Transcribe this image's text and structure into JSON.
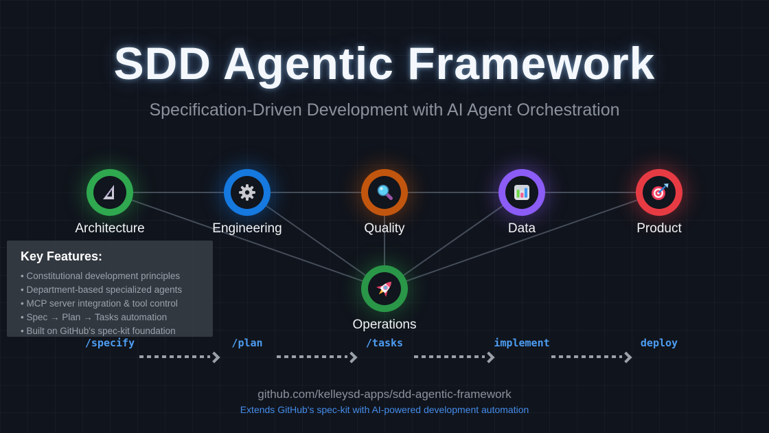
{
  "title": "SDD Agentic Framework",
  "subtitle": "Specification-Driven Development with AI Agent Orchestration",
  "nodes": [
    {
      "id": "architecture",
      "label": "Architecture",
      "color": "#2fa84f",
      "icon": "set-square-icon"
    },
    {
      "id": "engineering",
      "label": "Engineering",
      "color": "#1579e0",
      "icon": "gear-icon"
    },
    {
      "id": "quality",
      "label": "Quality",
      "color": "#c2560e",
      "icon": "magnifier-icon"
    },
    {
      "id": "data",
      "label": "Data",
      "color": "#8b5cf6",
      "icon": "bar-chart-icon"
    },
    {
      "id": "product",
      "label": "Product",
      "color": "#e73b44",
      "icon": "target-icon"
    },
    {
      "id": "operations",
      "label": "Operations",
      "color": "#2a9648",
      "icon": "rocket-icon"
    }
  ],
  "connections": [
    [
      "architecture",
      "engineering"
    ],
    [
      "engineering",
      "quality"
    ],
    [
      "quality",
      "data"
    ],
    [
      "data",
      "product"
    ],
    [
      "architecture",
      "operations"
    ],
    [
      "engineering",
      "operations"
    ],
    [
      "quality",
      "operations"
    ],
    [
      "data",
      "operations"
    ],
    [
      "product",
      "operations"
    ]
  ],
  "key_features": {
    "heading": "Key Features:",
    "items": [
      "• Constitutional development principles",
      "• Department-based specialized agents",
      "• MCP server integration & tool control",
      "• Spec → Plan → Tasks automation",
      "• Built on GitHub's spec-kit foundation"
    ]
  },
  "workflow": {
    "stages": [
      "/specify",
      "/plan",
      "/tasks",
      "implement",
      "deploy"
    ],
    "accent_color": "#4d9df2"
  },
  "footer": {
    "repo": "github.com/kelleysd-apps/sdd-agentic-framework",
    "tagline": "Extends GitHub's spec-kit with AI-powered development automation"
  }
}
